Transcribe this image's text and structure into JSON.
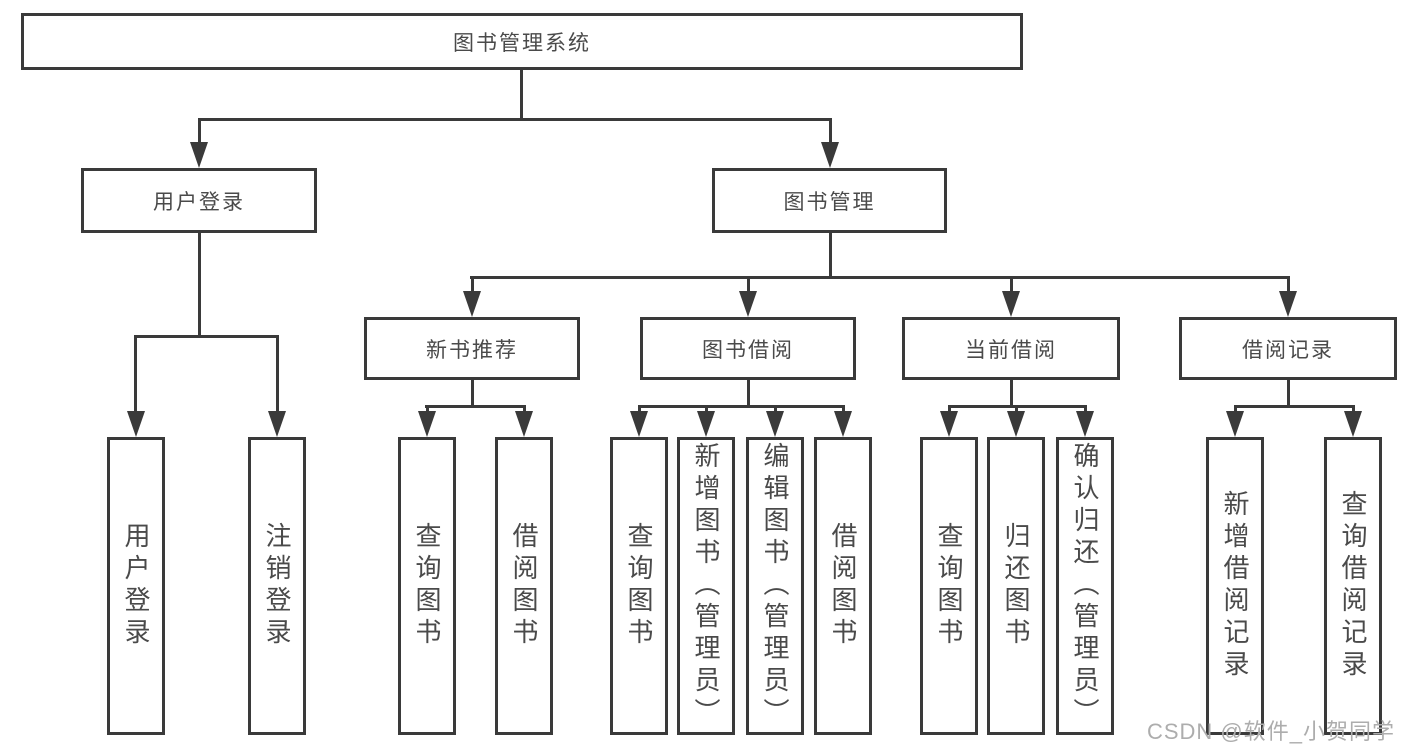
{
  "diagram": {
    "type": "hierarchy-tree",
    "root": "图书管理系统",
    "level1": {
      "user_login": "用户登录",
      "book_management": "图书管理"
    },
    "level2": {
      "new_books": "新书推荐",
      "book_borrowing": "图书借阅",
      "current_borrowing": "当前借阅",
      "borrow_records": "借阅记录"
    },
    "leaves": {
      "user_login": "用户登录",
      "logout": "注销登录",
      "nb_query": "查询图书",
      "nb_borrow": "借阅图书",
      "bb_query": "查询图书",
      "bb_add": "新增图书（管理员）",
      "bb_edit": "编辑图书（管理员）",
      "bb_borrow": "借阅图书",
      "cb_query": "查询图书",
      "cb_return": "归还图书",
      "cb_confirm": "确认归还（管理员）",
      "br_add": "新增借阅记录",
      "br_query": "查询借阅记录"
    },
    "hierarchy_note": {
      "用户登录": [
        "用户登录",
        "注销登录"
      ],
      "图书管理": {
        "新书推荐": [
          "查询图书",
          "借阅图书"
        ],
        "图书借阅": [
          "查询图书",
          "新增图书（管理员）",
          "编辑图书（管理员）",
          "借阅图书"
        ],
        "当前借阅": [
          "查询图书",
          "归还图书",
          "确认归还（管理员）"
        ],
        "借阅记录": [
          "新增借阅记录",
          "查询借阅记录"
        ]
      }
    },
    "colors": {
      "line": "#3a3a3a",
      "text": "#4a4a4a",
      "watermark": "#adadad",
      "background": "#ffffff"
    },
    "watermark": "CSDN @软件_小贺同学"
  }
}
